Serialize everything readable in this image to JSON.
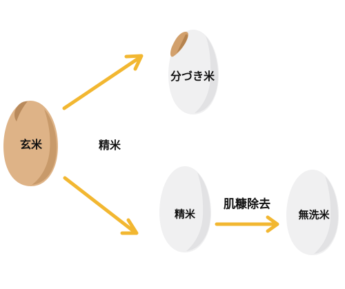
{
  "nodes": {
    "brown_rice": {
      "label": "玄米"
    },
    "partial_polished": {
      "label": "分づき米"
    },
    "polished": {
      "label": "精米"
    },
    "wash_free": {
      "label": "無洗米"
    }
  },
  "edges": {
    "polishing": {
      "label": "精米"
    },
    "bran_removal": {
      "label": "肌糠除去"
    }
  },
  "colors": {
    "arrow": "#F2B731",
    "brown_rice_fill": "#DEB387",
    "brown_rice_shade": "#C89A6A",
    "brown_rice_tip": "#B98A5C",
    "white_rice_fill": "#F0F0F1",
    "white_rice_shade": "#E2E2E4",
    "germ_fill": "#D2A06C",
    "germ_shade": "#B5834F"
  }
}
